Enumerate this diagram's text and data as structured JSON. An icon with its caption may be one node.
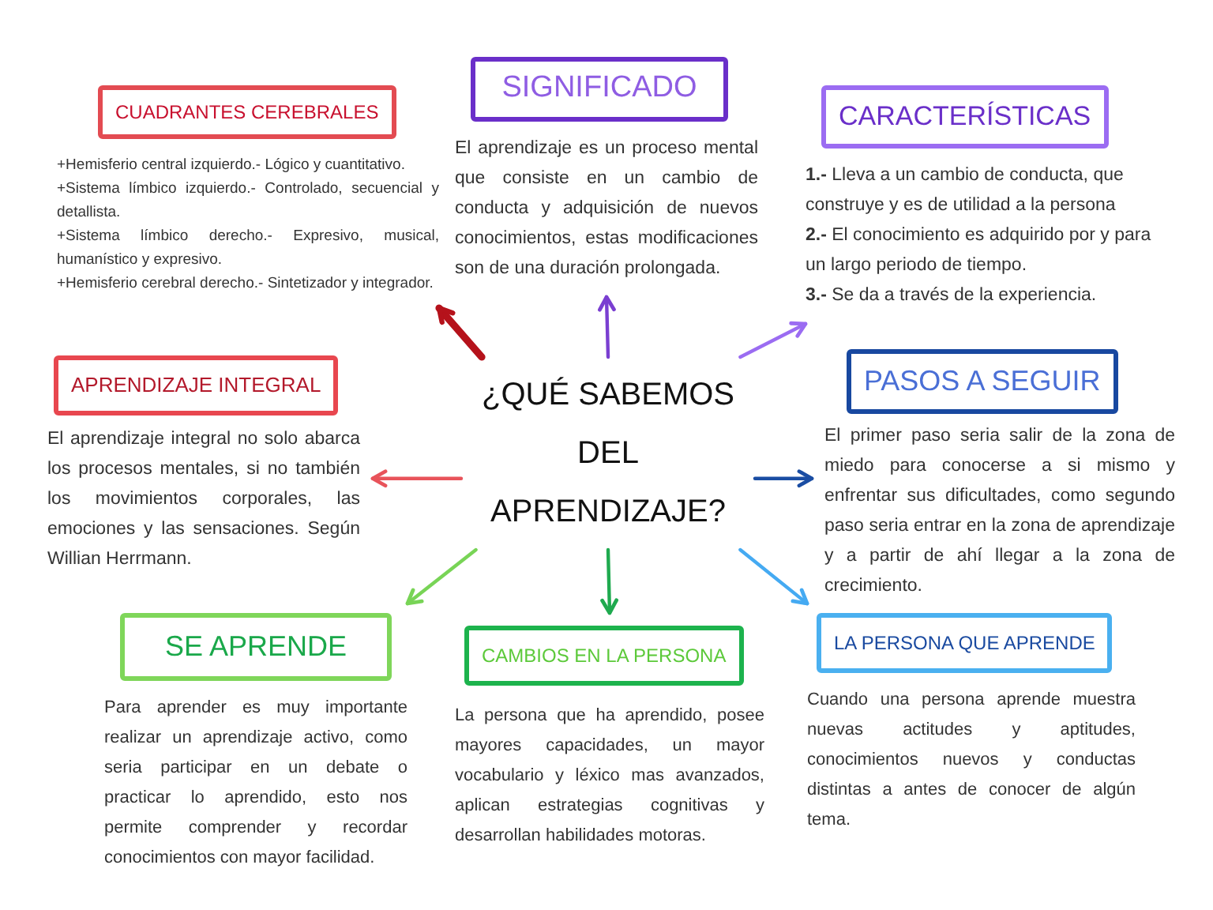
{
  "diagram": {
    "nodes": [
      {
        "text": [
          "CUADRANTES CEREBRALES"
        ]
      },
      {
        "text": [
          "SIGNIFICADO"
        ]
      },
      {
        "text": [
          "CARACTERÍSTICAS"
        ]
      },
      {
        "text": [
          "+Hemisferio central izquierdo.- Lógico y cuantitativo.",
          "+Sistema límbico izquierdo.- Controlado, secuencial y detallista.",
          "+Sistema límbico derecho.- Expresivo, musical, humanístico y expresivo.",
          "+Hemisferio cerebral derecho.- Sintetizador y integrador."
        ]
      },
      {
        "text": [
          "El aprendizaje es un proceso mental que consiste en un cambio de conducta y adquisición de nuevos conocimientos, estas modificaciones son de una duración prolongada."
        ]
      },
      {
        "text": [
          "**1.-** Lleva a un cambio de conducta, que construye y es de utilidad a la persona",
          "**2.-** El conocimiento es adquirido por y para un largo periodo de tiempo.",
          "**3.-** Se da a través de la experiencia."
        ]
      },
      {
        "text": [
          "APRENDIZAJE INTEGRAL"
        ]
      },
      {
        "text": [
          "¿QUÉ SABEMOS DEL APRENDIZAJE?"
        ]
      },
      {
        "text": [
          "PASOS A SEGUIR"
        ]
      },
      {
        "text": [
          "El aprendizaje integral no solo abarca los procesos mentales, si no también los movimientos corporales, las emociones y las sensaciones. Según Willian Herrmann."
        ]
      },
      {
        "text": [
          "El primer paso seria salir de la zona de miedo para conocerse a si mismo y enfrentar sus dificultades, como segundo paso seria entrar en la zona de aprendizaje y a partir de ahí llegar a la zona de crecimiento."
        ]
      },
      {
        "text": [
          "SE APRENDE",
          "Para aprender es muy importante realizar un aprendizaje activo, como seria participar en un debate o practicar lo aprendido, esto nos permite comprender y recordar conocimientos con mayor facilidad."
        ]
      },
      {
        "text": [
          "CAMBIOS EN LA PERSONA",
          "La persona que ha aprendido, posee mayores capacidades, un mayor vocabulario y léxico mas avanzados, aplican estrategias cognitivas y desarrollan habilidades motoras."
        ]
      },
      {
        "text": [
          "LA PERSONA QUE APRENDE",
          "Cuando una persona aprende muestra nuevas actitudes y aptitudes, conocimientos nuevos y conductas distintas a antes de conocer de algún tema."
        ]
      }
    ],
    "edges": [
      {
        "from": 7,
        "to": 3,
        "arrow": "to",
        "style": "thick",
        "color": "#b5121b"
      },
      {
        "from": 7,
        "to": 4,
        "arrow": "to",
        "color": "#7a3fd1"
      },
      {
        "from": 7,
        "to": 5,
        "arrow": "to",
        "color": "#9b6cf2"
      },
      {
        "from": 7,
        "to": 9,
        "arrow": "to",
        "color": "#e8535a"
      },
      {
        "from": 7,
        "to": 10,
        "arrow": "to",
        "color": "#1a4da3"
      },
      {
        "from": 7,
        "to": 11,
        "arrow": "to",
        "color": "#78d456"
      },
      {
        "from": 7,
        "to": 12,
        "arrow": "to",
        "color": "#1faa4f"
      },
      {
        "from": 7,
        "to": 13,
        "arrow": "to",
        "color": "#45aaf2"
      }
    ]
  }
}
